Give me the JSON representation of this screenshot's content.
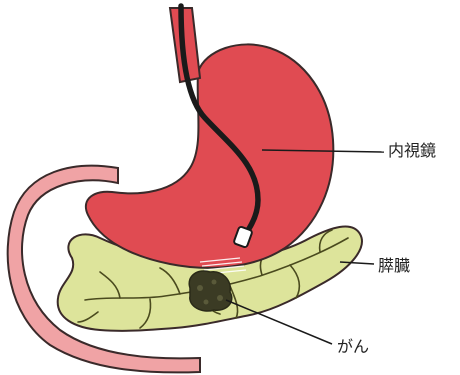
{
  "labels": {
    "endoscope": "内視鏡",
    "pancreas": "膵臓",
    "cancer": "がん"
  },
  "colors": {
    "stomach_fill": "#e04b52",
    "stomach_outline": "#3a2a2a",
    "intestine_fill": "#f0a3a5",
    "pancreas_fill": "#dde49b",
    "pancreas_vessels": "#4a4a1e",
    "tumor_fill": "#3b3b24",
    "endoscope": "#1a1a1a"
  }
}
